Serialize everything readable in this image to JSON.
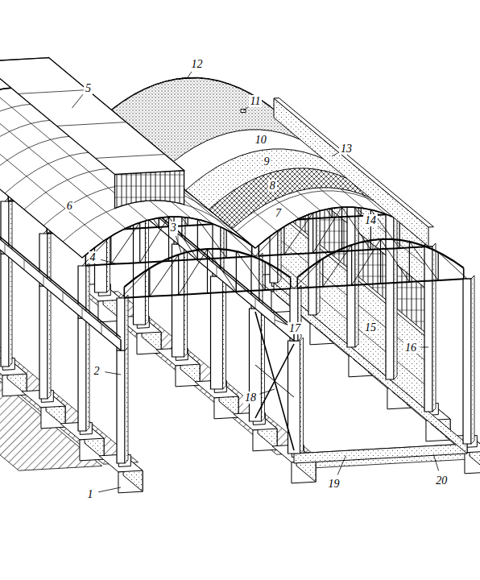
{
  "diagram": {
    "labels": [
      "1",
      "2",
      "3",
      "4",
      "5",
      "6",
      "7",
      "8",
      "9",
      "10",
      "11",
      "12",
      "13",
      "14",
      "15",
      "16",
      "17",
      "18",
      "19",
      "20"
    ]
  }
}
